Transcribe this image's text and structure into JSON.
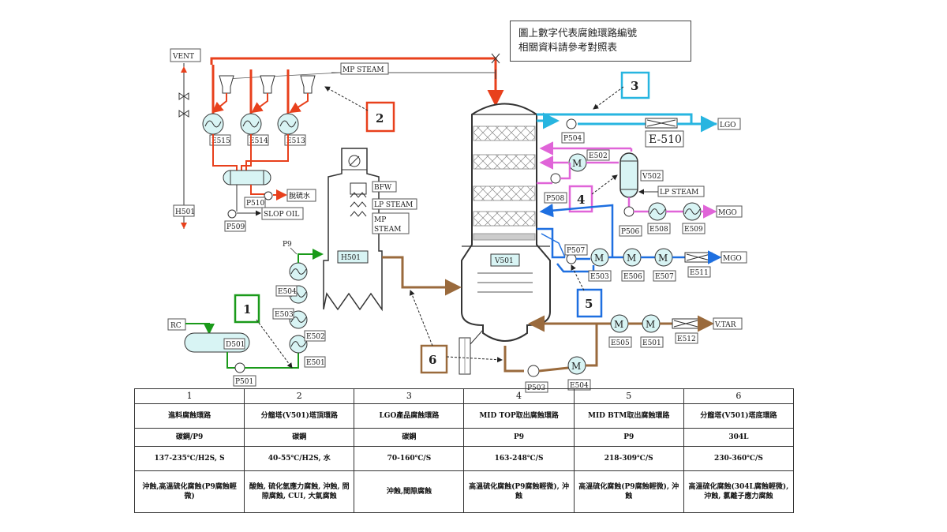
{
  "note": {
    "line1": "圖上數字代表腐蝕環路編號",
    "line2": "相關資料請參考對照表"
  },
  "loop_markers": [
    "1",
    "2",
    "3",
    "4",
    "5",
    "6"
  ],
  "colors": {
    "loop1": "#1a9a1a",
    "loop2": "#e8401c",
    "loop3": "#27b5e0",
    "loop4": "#e064d8",
    "loop5": "#1e6fe0",
    "loop6": "#9a6a3c"
  },
  "streams": {
    "vent": "VENT",
    "mp_steam_top": "MP STEAM",
    "bfw": "BFW",
    "lp_steam_heater": "LP STEAM",
    "mp_steam_heater_1": "MP",
    "mp_steam_heater_2": "STEAM",
    "slop_oil": "SLOP OIL",
    "sour_water": "脫硫水",
    "rc": "RC",
    "p9": "P9",
    "lgo": "LGO",
    "mgo_1": "MGO",
    "mgo_2": "MGO",
    "vtar": "V.TAR",
    "lp_steam_v502": "LP STEAM"
  },
  "equipment": {
    "e515": "E515",
    "e514": "E514",
    "e513": "E513",
    "p510": "P510",
    "p509": "P509",
    "h501_left": "H501",
    "h501_heater": "H501",
    "d501": "D501",
    "p501": "P501",
    "e504_left": "E504",
    "e503_left": "E503",
    "e502_left": "E502",
    "e501_left": "E501",
    "v501": "V501",
    "p504": "P504",
    "e510": "E-510",
    "e502_right": "E502",
    "v502": "V502",
    "p508": "P508",
    "p506": "P506",
    "e508": "E508",
    "e509": "E509",
    "p507": "P507",
    "e503_right": "E503",
    "e506": "E506",
    "e507": "E507",
    "e511": "E511",
    "e505": "E505",
    "e501_right": "E501",
    "e512": "E512",
    "p503": "P503",
    "e504_bottom": "E504"
  },
  "table": {
    "headers": [
      "1",
      "2",
      "3",
      "4",
      "5",
      "6"
    ],
    "loop_names": [
      "進料腐蝕環路",
      "分餾塔(V501)塔頂環路",
      "LGO產品腐蝕環路",
      "MID TOP取出腐蝕環路",
      "MID BTM取出腐蝕環路",
      "分餾塔(V501)塔底環路"
    ],
    "materials": [
      "碳鋼/P9",
      "碳鋼",
      "碳鋼",
      "P9",
      "P9",
      "304L"
    ],
    "conditions": [
      "137-235℃/H2S, S",
      "40-55℃/H2S, 水",
      "70-160℃/S",
      "163-248℃/S",
      "218-309℃/S",
      "230-360℃/S"
    ],
    "mechanisms": [
      "沖蝕,高溫硫化腐蝕(P9腐蝕輕微)",
      "酸蝕, 硫化氫應力腐蝕, 沖蝕, 問隙腐蝕, CUI, 大氣腐蝕",
      "沖蝕,間隙腐蝕",
      "高溫硫化腐蝕(P9腐蝕輕微), 沖蝕",
      "高溫硫化腐蝕(P9腐蝕輕微), 沖蝕",
      "高溫硫化腐蝕(304L腐蝕輕微), 沖蝕, 氯離子應力腐蝕"
    ]
  }
}
